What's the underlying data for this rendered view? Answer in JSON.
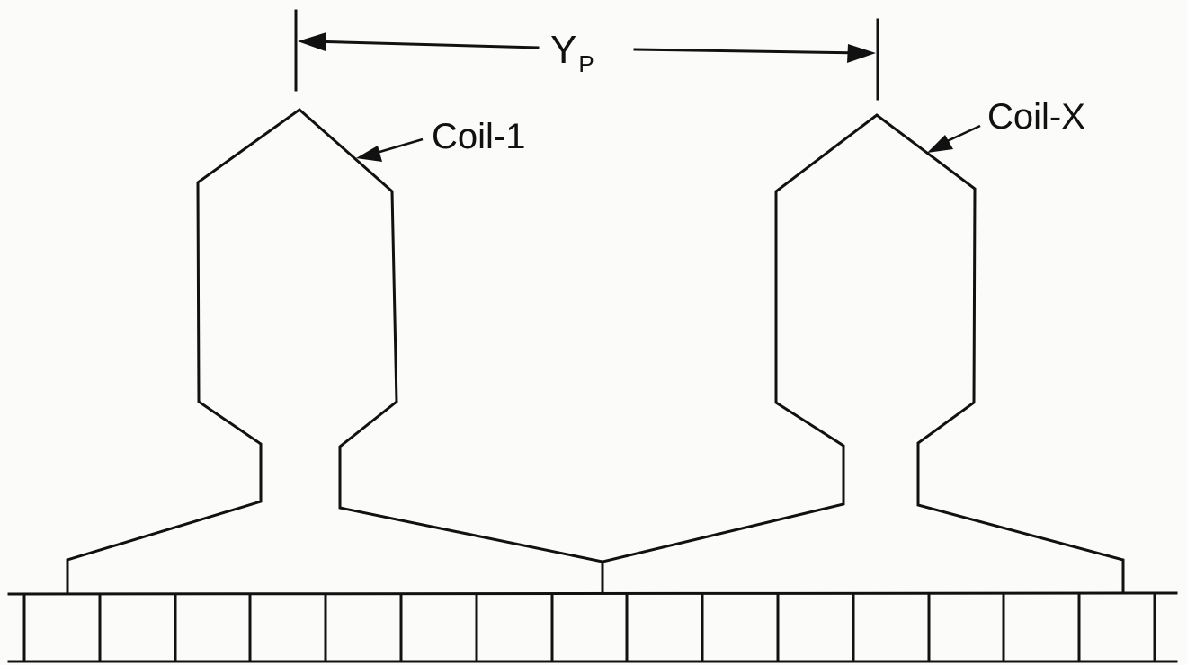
{
  "diagram": {
    "pitch_label": {
      "main": "Y",
      "subscript": "P"
    },
    "coils": [
      {
        "label": "Coil-1"
      },
      {
        "label": "Coil-X"
      }
    ],
    "commutator": {
      "segment_count": 15
    }
  }
}
